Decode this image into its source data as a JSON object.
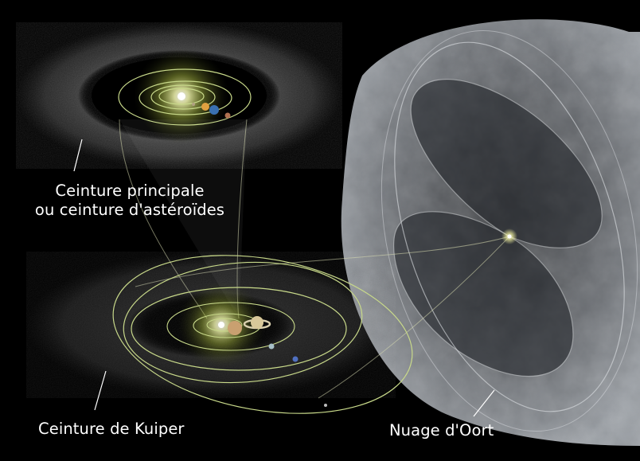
{
  "labels": {
    "asteroid_belt_line1": "Ceinture principale",
    "asteroid_belt_line2": "ou ceinture d'astéroïdes",
    "kuiper_belt": "Ceinture de Kuiper",
    "oort_cloud": "Nuage d'Oort"
  },
  "colors": {
    "background": "#000000",
    "orbit": "#c8d98a",
    "label_text": "#ffffff",
    "sun_glow": "#e8f080"
  }
}
